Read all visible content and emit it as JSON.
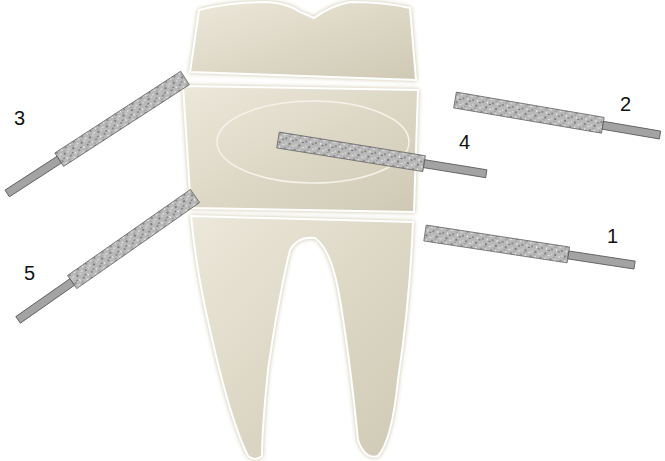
{
  "diagram": {
    "labels": [
      "3",
      "2",
      "4",
      "1",
      "5"
    ]
  }
}
